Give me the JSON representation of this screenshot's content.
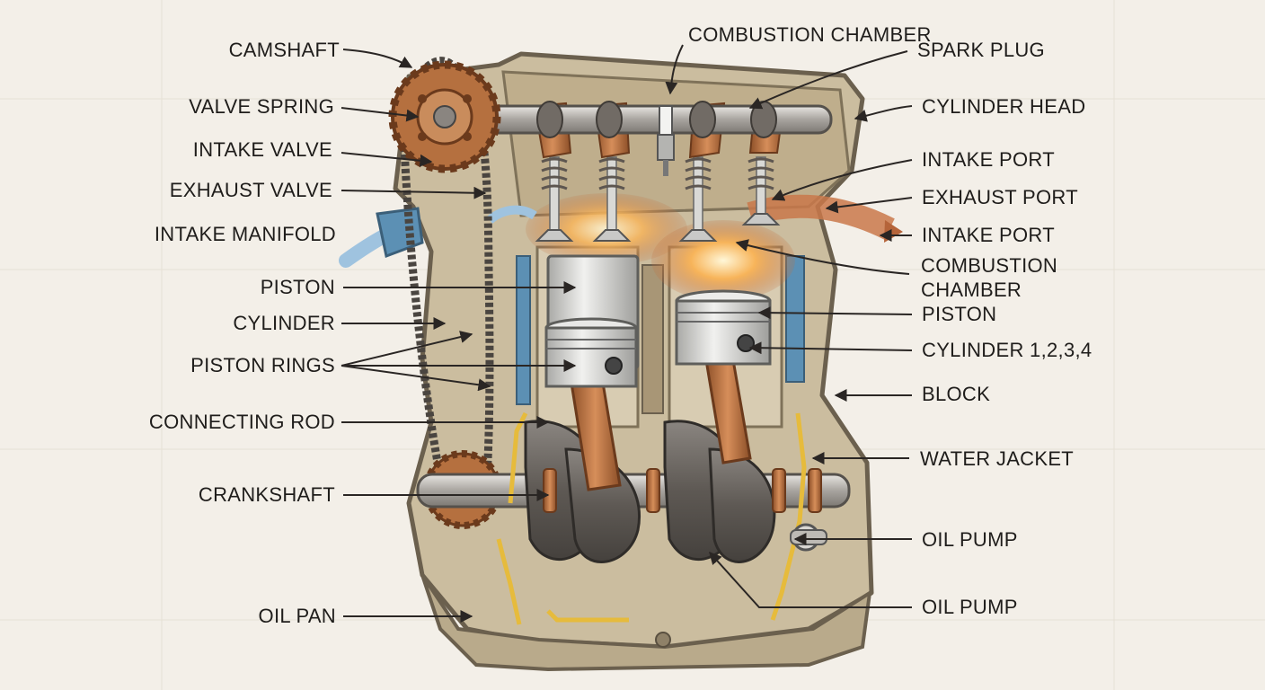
{
  "labels_left": [
    {
      "id": "camshaft",
      "text": "CAMSHAFT"
    },
    {
      "id": "valve-spring",
      "text": "VALVE SPRING"
    },
    {
      "id": "intake-valve",
      "text": "INTAKE VALVE"
    },
    {
      "id": "exhaust-valve",
      "text": "EXHAUST VALVE"
    },
    {
      "id": "intake-manifold",
      "text": "INTAKE MANIFOLD"
    },
    {
      "id": "piston",
      "text": "PISTON"
    },
    {
      "id": "cylinder",
      "text": "CYLINDER"
    },
    {
      "id": "piston-rings",
      "text": "PISTON RINGS"
    },
    {
      "id": "connecting-rod",
      "text": "CONNECTING ROD"
    },
    {
      "id": "crankshaft",
      "text": "CRANKSHAFT"
    },
    {
      "id": "oil-pan",
      "text": "OIL PAN"
    }
  ],
  "labels_top": [
    {
      "id": "combustion-chamber-top",
      "text": "COMBUSTION CHAMBER"
    }
  ],
  "labels_right": [
    {
      "id": "spark-plug",
      "text": "SPARK PLUG"
    },
    {
      "id": "cylinder-head",
      "text": "CYLINDER HEAD"
    },
    {
      "id": "intake-port-1",
      "text": "INTAKE PORT"
    },
    {
      "id": "exhaust-port",
      "text": "EXHAUST PORT"
    },
    {
      "id": "intake-port-2",
      "text": "INTAKE PORT"
    },
    {
      "id": "combustion-chamber-right-1",
      "text": "COMBUSTION"
    },
    {
      "id": "combustion-chamber-right-2",
      "text": "CHAMBER"
    },
    {
      "id": "piston-right",
      "text": "PISTON"
    },
    {
      "id": "cylinder-numbers",
      "text": "CYLINDER 1,2,3,4"
    },
    {
      "id": "block",
      "text": "BLOCK"
    },
    {
      "id": "water-jacket",
      "text": "WATER JACKET"
    },
    {
      "id": "oil-pump-1",
      "text": "OIL PUMP"
    },
    {
      "id": "oil-pump-2",
      "text": "OIL PUMP"
    }
  ],
  "colors": {
    "background": "#f3efe8",
    "block": "#cbbd9f",
    "block_dark": "#8f8168",
    "copper": "#b5703f",
    "steel": "#c9c9c7",
    "water": "#5c90b4",
    "oil": "#e6bb3c",
    "flame": "#f3a34f",
    "leader": "#2a2624"
  }
}
